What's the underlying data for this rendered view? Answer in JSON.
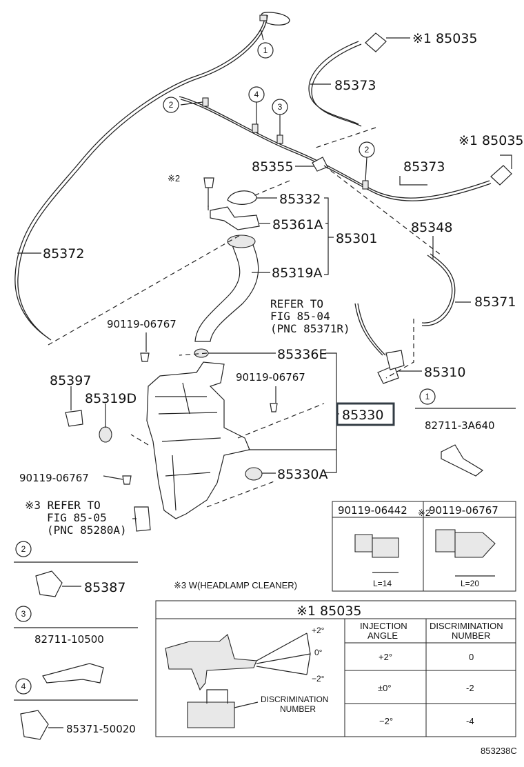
{
  "diagram": {
    "parts": {
      "p85035_top": "※1 85035",
      "p85373_top": "85373",
      "p85035_right": "※1 85035",
      "p85373_mid": "85373",
      "p85355": "85355",
      "mark2_top": "※2",
      "p85332": "85332",
      "p85361A": "85361A",
      "p85301": "85301",
      "p85348": "85348",
      "p85372": "85372",
      "p85319A": "85319A",
      "p85371": "85371",
      "refer_fig_8504_l1": "REFER TO",
      "refer_fig_8504_l2": "FIG 85-04",
      "refer_fig_8504_l3": "(PNC 85371R)",
      "bolt_a": "90119-06767",
      "p85336E": "85336E",
      "p85310": "85310",
      "p85397": "85397",
      "bolt_b": "90119-06767",
      "p85319D": "85319D",
      "p85330": "85330",
      "p85330A": "85330A",
      "bolt_c": "90119-06767",
      "refer_fig_8505_l1": "※3 REFER TO",
      "refer_fig_8505_l2": "FIG 85-05",
      "refer_fig_8505_l3": "(PNC 85280A)",
      "note_headlamp": "※3 W(HEADLAMP CLEANER)",
      "p85387": "85387",
      "p82711_10500": "82711-10500",
      "p85371_50020": "85371-50020",
      "p82711_3A640": "82711-3A640",
      "diagram_code": "853238C"
    },
    "callouts": {
      "c1": "1",
      "c2": "2",
      "c3": "3",
      "c4": "4"
    },
    "bolt_table": {
      "mark": "※2",
      "col1": "90119-06442",
      "col2": "90119-06767",
      "len1": "L=14",
      "len2": "L=20"
    },
    "nozzle_table": {
      "title": "※1 85035",
      "head_angle_l1": "INJECTION",
      "head_angle_l2": "ANGLE",
      "head_disc_l1": "DISCRIMINATION",
      "head_disc_l2": "NUMBER",
      "angle_plus": "+2°",
      "angle_zero": "0°",
      "angle_minus": "−2°",
      "disc_label_l1": "DISCRIMINATION",
      "disc_label_l2": "NUMBER",
      "rows": [
        {
          "angle": "+2°",
          "number": "0"
        },
        {
          "angle": "±0°",
          "number": "-2"
        },
        {
          "angle": "−2°",
          "number": "-4"
        }
      ]
    }
  }
}
